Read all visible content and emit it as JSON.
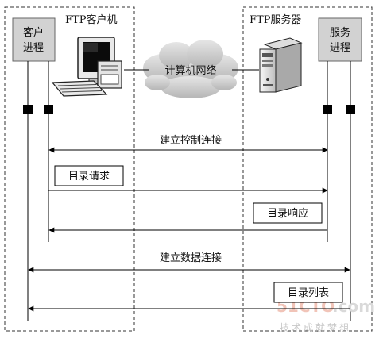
{
  "client_group": {
    "label": "FTP客户机"
  },
  "server_group": {
    "label": "FTP服务器"
  },
  "client_process": {
    "line1": "客户",
    "line2": "进程"
  },
  "server_process": {
    "line1": "服务",
    "line2": "进程"
  },
  "network": {
    "label": "计算机网络"
  },
  "messages": {
    "control_conn": "建立控制连接",
    "dir_request": "目录请求",
    "dir_response": "目录响应",
    "data_conn": "建立数据连接",
    "dir_list": "目录列表"
  },
  "watermark": {
    "brand_red": "51CTO",
    "brand_gray": ".com",
    "slogan": "技术成就梦想"
  },
  "colors": {
    "box_fill": "#d2d2d2",
    "line": "#000000",
    "cloud": "#c9c9c9"
  }
}
